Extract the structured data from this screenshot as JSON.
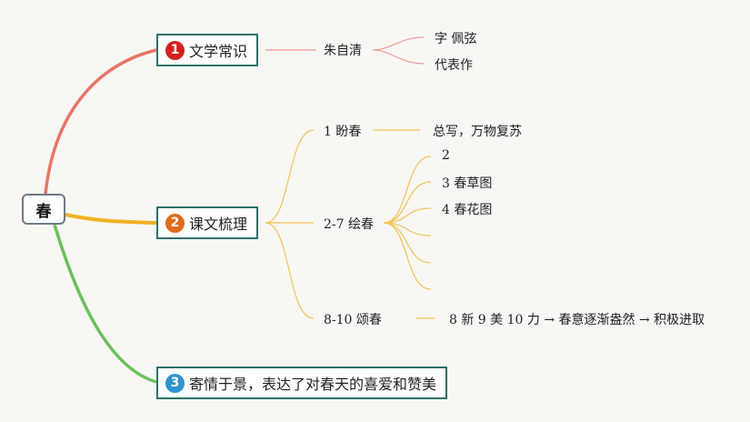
{
  "root": {
    "label": "春"
  },
  "branches": [
    {
      "index": "1",
      "label": "文学常识",
      "color": "#e8766a"
    },
    {
      "index": "2",
      "label": "课文梳理",
      "color": "#f2b225"
    },
    {
      "index": "3",
      "label": "寄情于景，表达了对春天的喜爱和赞美",
      "color": "#6cc15d"
    }
  ],
  "branch1": {
    "child": "朱自清",
    "leaves": [
      "字 佩弦",
      "代表作"
    ]
  },
  "branch2": {
    "children": [
      {
        "label": "1 盼春",
        "leaf": "总写，万物复苏"
      },
      {
        "label": "2-7 绘春",
        "leaves": [
          "2",
          "3 春草图",
          "4 春花图",
          "",
          "",
          ""
        ]
      },
      {
        "label": "8-10 颂春",
        "leaf": "8 新 9 美 10 力 → 春意逐渐盎然 → 积极进取"
      }
    ]
  }
}
